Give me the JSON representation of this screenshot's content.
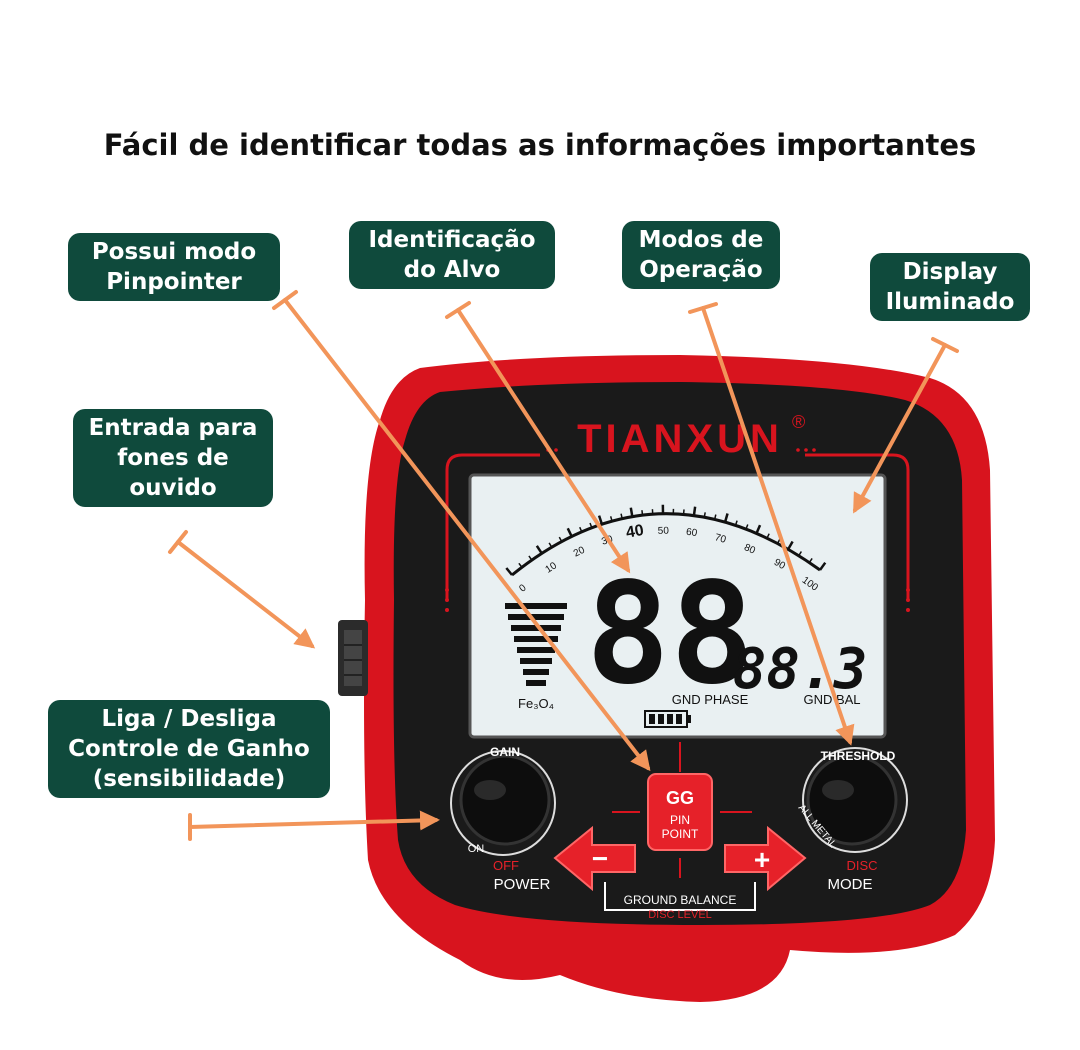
{
  "headline": "Fácil de identificar todas as informações importantes",
  "callouts": {
    "pinpointer": [
      "Possui modo",
      "Pinpointer"
    ],
    "target_id": [
      "Identificação",
      "do Alvo"
    ],
    "modes": [
      "Modos de",
      "Operação"
    ],
    "display": [
      "Display",
      "Iluminado"
    ],
    "headphones": [
      "Entrada para",
      "fones de",
      "ouvido"
    ],
    "power_gain": [
      "Liga / Desliga",
      "Controle de Ganho",
      "(sensibilidade)"
    ]
  },
  "device": {
    "brand": "TIANXUN",
    "registered": "®",
    "scale_labels": [
      "0",
      "10",
      "20",
      "30",
      "40",
      "50",
      "60",
      "70",
      "80",
      "90",
      "100"
    ],
    "digits_main": "88",
    "digits_small": "88.3",
    "gnd_phase": "GND PHASE",
    "gnd_bal": "GND BAL",
    "fe3o4": "Fe₃O₄",
    "gain_label": "GAIN",
    "on_label": "ON",
    "off_label": "OFF",
    "power_label": "POWER",
    "threshold_label": "THRESHOLD",
    "all_metal_label": "ALL METAL",
    "disc_label": "DISC",
    "mode_label": "MODE",
    "pinpoint_gg": "GG",
    "pinpoint_line1": "PIN",
    "pinpoint_line2": "POINT",
    "minus": "−",
    "plus": "+",
    "ground_balance": "GROUND BALANCE",
    "disc_level": "DISC LEVEL"
  },
  "colors": {
    "callout_bg": "#0f4a3c",
    "arrow": "#f2955a",
    "device_red": "#d8141e",
    "device_black": "#1a1a1a",
    "lcd": "#e9f0f2"
  }
}
